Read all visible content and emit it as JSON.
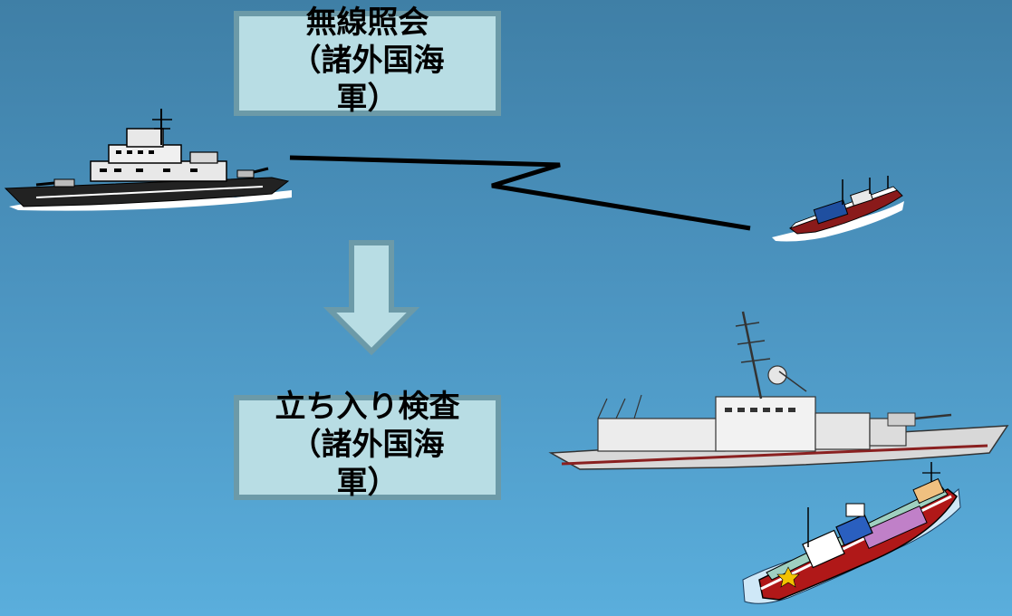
{
  "boxes": {
    "top": {
      "lines": [
        "無線照会",
        "（諸外国海",
        "軍）"
      ]
    },
    "bottom": {
      "lines": [
        "立ち入り検査",
        "（諸外国海",
        "軍）"
      ]
    }
  },
  "colors": {
    "box_fill": "#b8dde4",
    "box_border": "#6c9aa8",
    "arrow_fill": "#b8dde4",
    "arrow_border": "#6c9aa8",
    "radio_line": "#000000"
  },
  "icons": [
    "destroyer-icon",
    "fishing-boat-icon",
    "warship-icon",
    "cargo-ship-icon",
    "down-arrow-icon",
    "radio-signal-icon"
  ]
}
